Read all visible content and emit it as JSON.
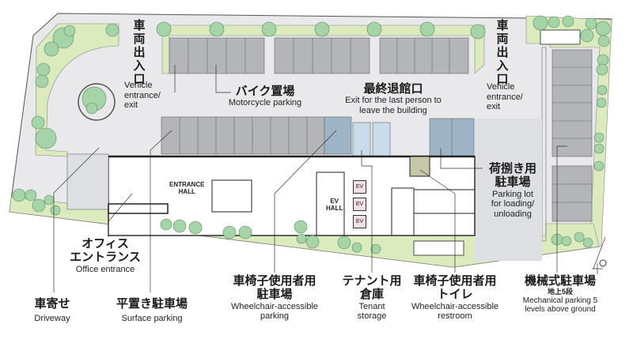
{
  "labels": {
    "vehicle_entrance_left": {
      "jp": "車両出入口",
      "en": "Vehicle entrance/ exit"
    },
    "vehicle_entrance_right": {
      "jp": "車両出入口",
      "en": "Vehicle entrance/ exit"
    },
    "motorcycle": {
      "jp": "バイク置場",
      "en": "Motorcycle parking"
    },
    "last_exit": {
      "jp": "最終退館口",
      "en1": "Exit for the last person to",
      "en2": "leave the building"
    },
    "loading": {
      "jp1": "荷捌き用",
      "jp2": "駐車場",
      "en1": "Parking lot",
      "en2": "for loading/",
      "en3": "unloading"
    },
    "entrance_hall": {
      "l1": "ENTRANCE",
      "l2": "HALL"
    },
    "ev_hall": {
      "l1": "EV",
      "l2": "HALL"
    },
    "ev": [
      "EV",
      "EV",
      "EV"
    ],
    "office_entrance": {
      "jp1": "オフィス",
      "jp2": "エントランス",
      "en": "Office entrance"
    },
    "driveway": {
      "jp": "車寄せ",
      "en": "Driveway"
    },
    "surface_parking": {
      "jp": "平置き駐車場",
      "en": "Surface parking"
    },
    "wc_parking": {
      "jp1": "車椅子使用者用",
      "jp2": "駐車場",
      "en1": "Wheelchair-accessible",
      "en2": "parking"
    },
    "tenant_storage": {
      "jp1": "テナント用",
      "jp2": "倉庫",
      "en1": "Tenant",
      "en2": "storage"
    },
    "wc_restroom": {
      "jp1": "車椅子使用者用",
      "jp2": "トイレ",
      "en1": "Wheelchair-accessible",
      "en2": "restroom"
    },
    "mech_parking": {
      "jp": "機械式駐車場",
      "sub": "地上5段",
      "en1": "Mechanical parking 5",
      "en2": "levels above ground"
    }
  },
  "colors": {
    "ground": "#e9e9ec",
    "green": "#dcebbd",
    "tree": "#a4d4a8",
    "parking": "#b4b5b8",
    "blue": "#9db3c6",
    "evblue": "#c9dcea"
  }
}
